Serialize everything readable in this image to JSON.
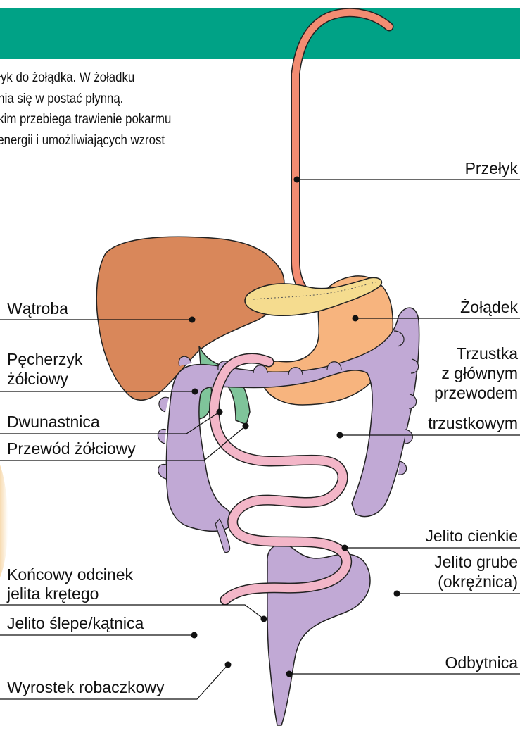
{
  "intro": {
    "lines": [
      "ełyk do żołądka. W żoładku",
      "enia się w postać płynną.",
      "nkim przebiega trawienie pokarmu",
      "i energii i umożliwiających wzrost"
    ]
  },
  "labels": {
    "przelyk": "Przełyk",
    "watroba": "Wątroba",
    "zoladek": "Żołądek",
    "pecherzyk_1": "Pęcherzyk",
    "pecherzyk_2": "żółciowy",
    "trzustka_1": "Trzustka",
    "trzustka_2": "z głównym",
    "trzustka_3": "przewodem",
    "trzustka_4": "trzustkowym",
    "dwunastnica": "Dwunastnica",
    "przewod_zolciowy": "Przewód żółciowy",
    "jelito_cienkie": "Jelito cienkie",
    "jelito_grube_1": "Jelito grube",
    "jelito_grube_2": "(okrężnica)",
    "koncowy_1": "Końcowy odcinek",
    "koncowy_2": "jelita krętego",
    "jelito_slepe": "Jelito ślepe/kątnica",
    "odbytnica": "Odbytnica",
    "wyrostek": "Wyrostek robaczkowy"
  },
  "colors": {
    "header": "#00a286",
    "esophagus": "#f28c72",
    "liver": "#d9875a",
    "stomach": "#f7b47e",
    "gallbladder": "#7fc49a",
    "pancreas": "#f5dc8f",
    "small_intestine": "#f3b6c8",
    "large_intestine": "#c1a9d5"
  }
}
